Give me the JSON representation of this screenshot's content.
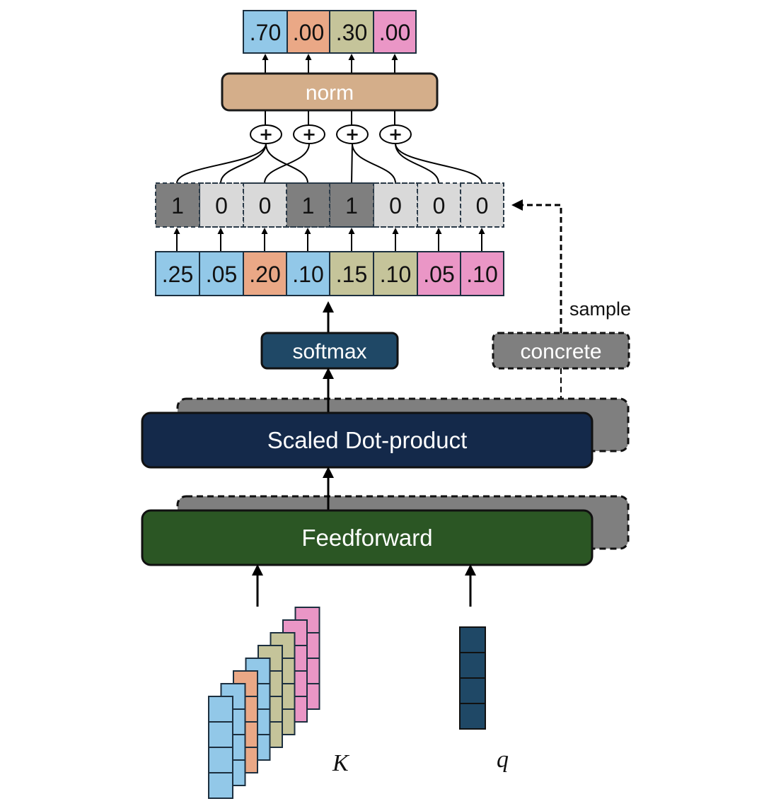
{
  "colors": {
    "blue": "#92c8e8",
    "orange": "#eaa886",
    "olive": "#c5c49a",
    "pink": "#ea96c6",
    "mask_on": "#7f7f7f",
    "mask_off": "#d9d9d9",
    "norm": "#d4ae8a",
    "softmax": "#1f4866",
    "concrete": "#7f7f7f",
    "scaled": "#14294a",
    "feedforward": "#2b5624",
    "shadow": "#7f7f7f",
    "query": "#1f4866"
  },
  "output": {
    "values": [
      ".70",
      ".00",
      ".30",
      ".00"
    ],
    "colors": [
      "blue",
      "orange",
      "olive",
      "pink"
    ]
  },
  "norm": {
    "label": "norm"
  },
  "mask": {
    "values": [
      "1",
      "0",
      "0",
      "1",
      "1",
      "0",
      "0",
      "0"
    ],
    "on": [
      true,
      false,
      false,
      true,
      true,
      false,
      false,
      false
    ]
  },
  "scores": {
    "values": [
      ".25",
      ".05",
      ".20",
      ".10",
      ".15",
      ".10",
      ".05",
      ".10"
    ],
    "colors": [
      "blue",
      "blue",
      "orange",
      "blue",
      "olive",
      "olive",
      "pink",
      "pink"
    ]
  },
  "softmax": {
    "label": "softmax"
  },
  "concrete": {
    "label": "concrete"
  },
  "sample": {
    "label": "sample"
  },
  "scaled_dot": {
    "label": "Scaled Dot-product"
  },
  "feedforward": {
    "label": "Feedforward"
  },
  "keys": {
    "label": "K",
    "colors": [
      "blue",
      "blue",
      "orange",
      "blue",
      "olive",
      "olive",
      "pink",
      "pink"
    ]
  },
  "query": {
    "label": "q"
  },
  "plus_symbol": "+"
}
